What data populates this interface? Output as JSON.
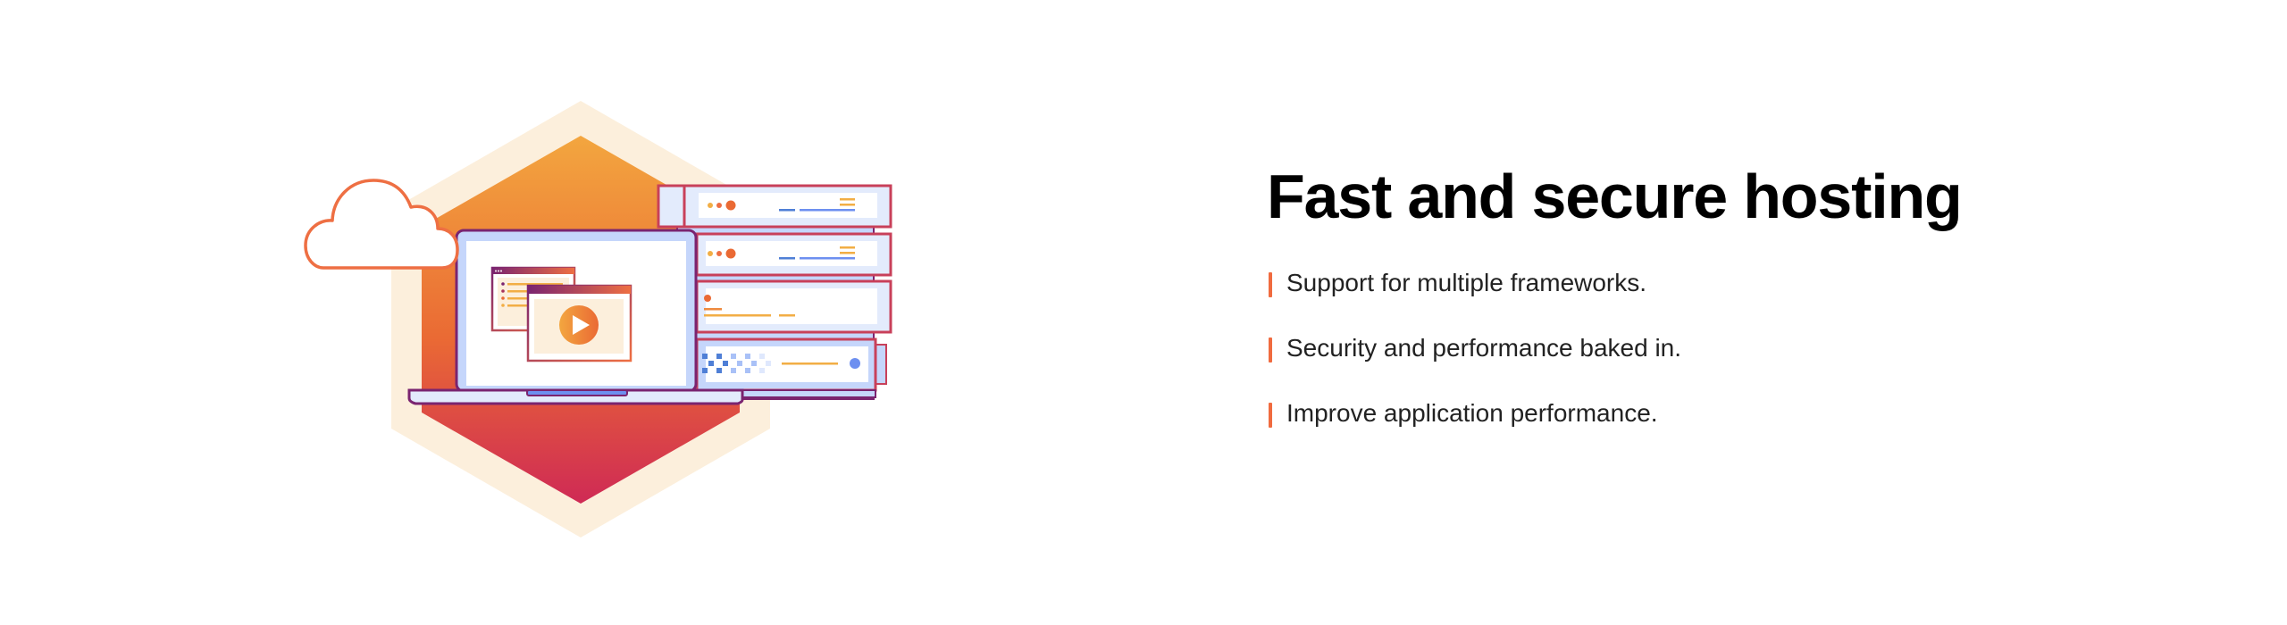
{
  "hero": {
    "title": "Fast and secure hosting",
    "features": [
      "Support for multiple frameworks.",
      "Security and performance baked in.",
      "Improve application performance."
    ]
  },
  "illustration": {
    "icons": [
      "hexagon-background",
      "cloud-icon",
      "laptop-icon",
      "text-window-icon",
      "video-player-icon",
      "play-icon",
      "server-rack-icon"
    ]
  },
  "colors": {
    "accent_bar": "#f06b3f",
    "hex_outer": "#fcefdc",
    "hex_top": "#f3a63f",
    "hex_bottom": "#cf2a55",
    "outline_purple": "#7a2470",
    "outline_red": "#c8405a",
    "cloud_stroke": "#ee6f43",
    "device_blue": "#c5d6fb",
    "dot_blue": "#6d8ff0",
    "line_yellow": "#f2ae45"
  }
}
